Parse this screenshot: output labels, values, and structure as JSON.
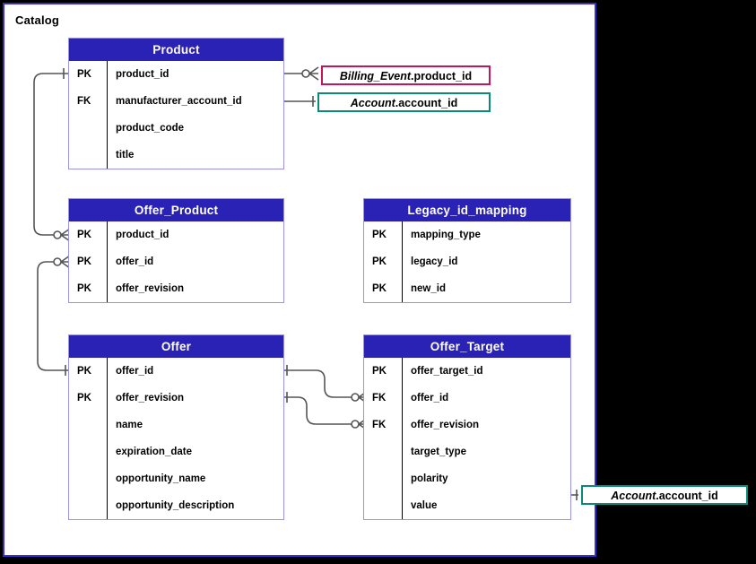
{
  "diagram": {
    "title": "Catalog",
    "type": "entity-relationship-diagram",
    "colors": {
      "container_border": "#3a2ecc",
      "entity_header_bg": "#2a21b5",
      "entity_header_text": "#ffffff",
      "entity_border": "#9a92e8",
      "connector_line": "#555555",
      "external_ref_crimson": "#c2185b",
      "external_ref_teal": "#0a8a7a",
      "canvas_background": "#000000",
      "diagram_background": "#ffffff"
    }
  },
  "entities": [
    {
      "name": "Product",
      "attributes": [
        {
          "key": "PK",
          "name": "product_id"
        },
        {
          "key": "FK",
          "name": "manufacturer_account_id"
        },
        {
          "key": "",
          "name": "product_code"
        },
        {
          "key": "",
          "name": "title"
        }
      ]
    },
    {
      "name": "Offer_Product",
      "attributes": [
        {
          "key": "PK",
          "name": "product_id"
        },
        {
          "key": "PK",
          "name": "offer_id"
        },
        {
          "key": "PK",
          "name": "offer_revision"
        }
      ]
    },
    {
      "name": "Legacy_id_mapping",
      "attributes": [
        {
          "key": "PK",
          "name": "mapping_type"
        },
        {
          "key": "PK",
          "name": "legacy_id"
        },
        {
          "key": "PK",
          "name": "new_id"
        }
      ]
    },
    {
      "name": "Offer",
      "attributes": [
        {
          "key": "PK",
          "name": "offer_id"
        },
        {
          "key": "PK",
          "name": "offer_revision"
        },
        {
          "key": "",
          "name": "name"
        },
        {
          "key": "",
          "name": "expiration_date"
        },
        {
          "key": "",
          "name": "opportunity_name"
        },
        {
          "key": "",
          "name": "opportunity_description"
        }
      ]
    },
    {
      "name": "Offer_Target",
      "attributes": [
        {
          "key": "PK",
          "name": "offer_target_id"
        },
        {
          "key": "FK",
          "name": "offer_id"
        },
        {
          "key": "FK",
          "name": "offer_revision"
        },
        {
          "key": "",
          "name": "target_type"
        },
        {
          "key": "",
          "name": "polarity"
        },
        {
          "key": "",
          "name": "value"
        }
      ]
    }
  ],
  "external_refs": [
    {
      "id": "billing-event",
      "table": "Billing_Event",
      "separator": ".",
      "column": "product_id",
      "color": "crimson"
    },
    {
      "id": "account-top",
      "table": "Account",
      "separator": ".",
      "column": "account_id",
      "color": "teal"
    },
    {
      "id": "account-bottom",
      "table": "Account",
      "separator": ".",
      "column": "account_id",
      "color": "teal"
    }
  ],
  "relationships": [
    {
      "from": "Product.product_id",
      "to": "Offer_Product.product_id",
      "from_cardinality": "one",
      "to_cardinality": "zero-or-many"
    },
    {
      "from": "Product.product_id",
      "to": "Billing_Event.product_id",
      "from_cardinality": "one",
      "to_cardinality": "zero-or-many"
    },
    {
      "from": "Product.manufacturer_account_id",
      "to": "Account.account_id",
      "from_cardinality": "zero-or-many",
      "to_cardinality": "one"
    },
    {
      "from": "Offer.offer_id",
      "to": "Offer_Product.offer_id",
      "from_cardinality": "one",
      "to_cardinality": "zero-or-many"
    },
    {
      "from": "Offer.offer_id",
      "to": "Offer_Target.offer_id",
      "from_cardinality": "one",
      "to_cardinality": "zero-or-many"
    },
    {
      "from": "Offer.offer_revision",
      "to": "Offer_Target.offer_revision",
      "from_cardinality": "one",
      "to_cardinality": "zero-or-many"
    },
    {
      "from": "Offer_Target.value",
      "to": "Account.account_id",
      "from_cardinality": "zero-or-many",
      "to_cardinality": "one"
    }
  ]
}
